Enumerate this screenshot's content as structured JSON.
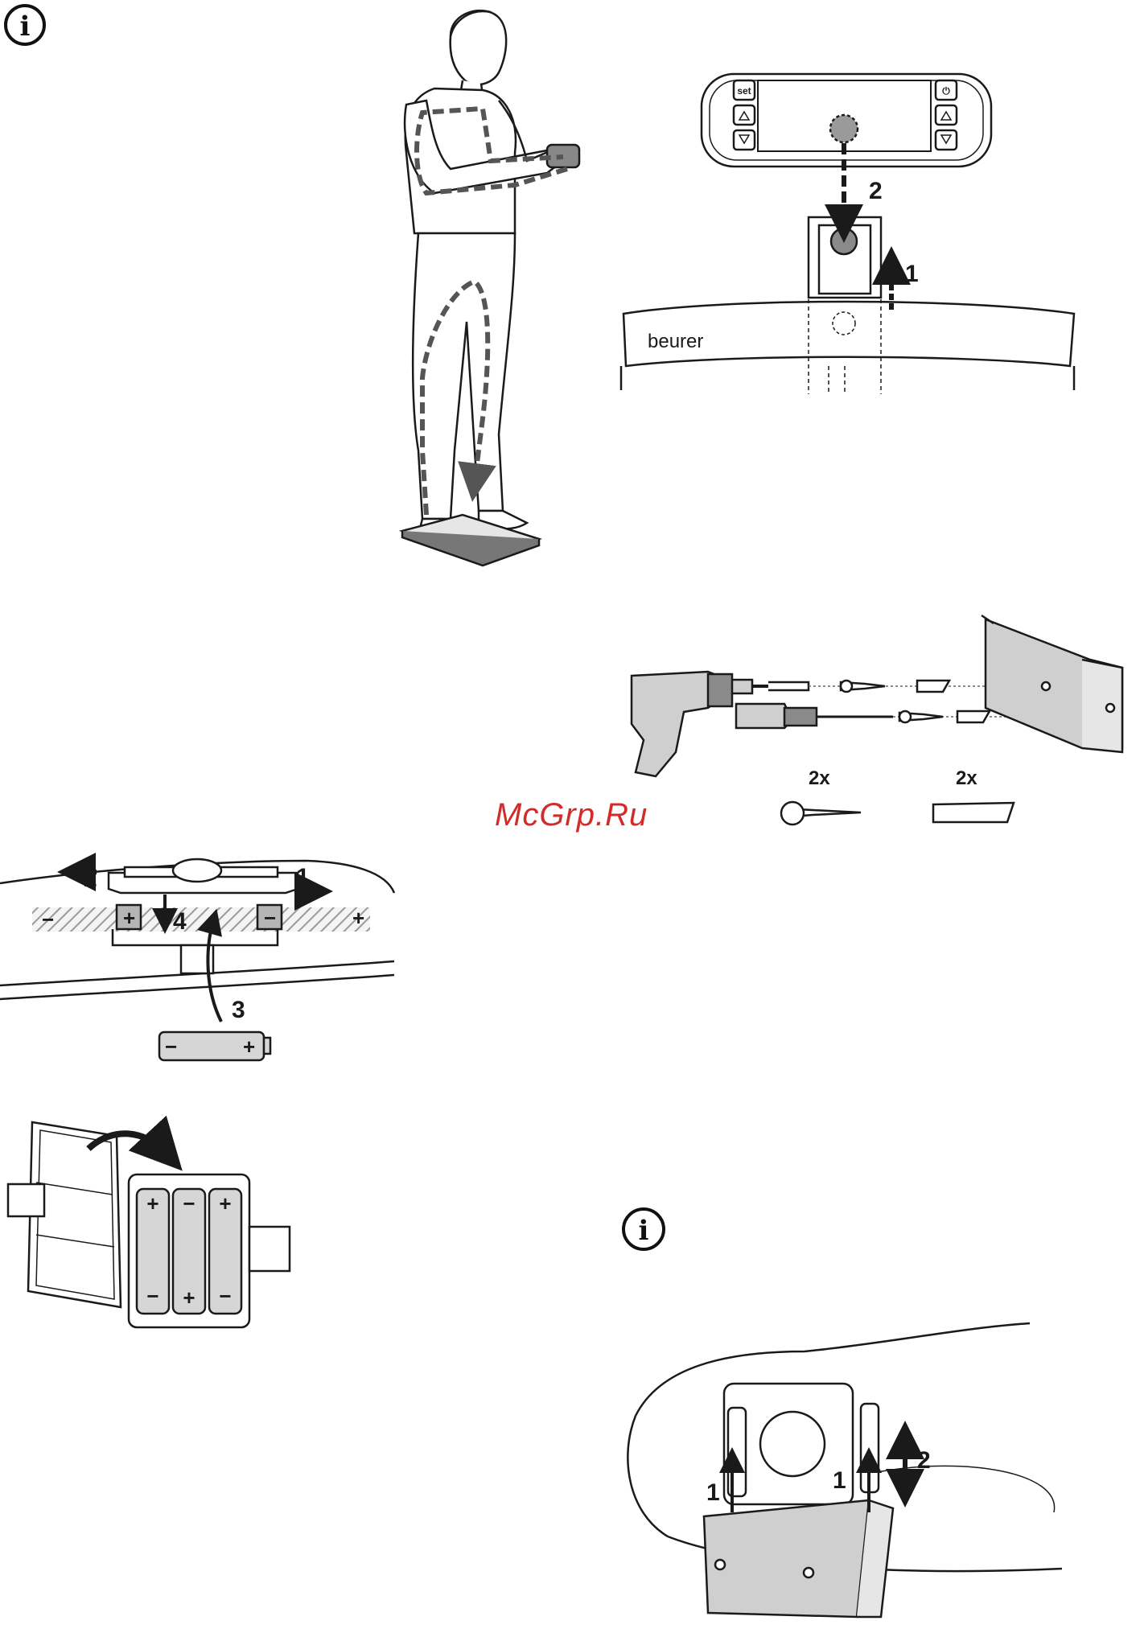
{
  "info_icon_glyph": "i",
  "watermark": "McGrp.Ru",
  "figure_scale": {
    "display_buttons": {
      "set": "set",
      "power": "⏻"
    },
    "step_1": "1",
    "step_2": "2",
    "brand": "beurer"
  },
  "figure_wall_mount": {
    "screws_qty": "2x",
    "dowels_qty": "2x"
  },
  "figure_battery_scale": {
    "step_1": "1",
    "step_2": "2",
    "step_3": "3",
    "step_4": "4",
    "minus": "−",
    "plus": "+"
  },
  "figure_battery_box": {
    "cells": [
      "+",
      "−",
      "+"
    ],
    "bottom": [
      "−",
      "+",
      "−"
    ]
  },
  "figure_bracket": {
    "step_1_left": "1",
    "step_1_right": "1",
    "step_2": "2"
  }
}
